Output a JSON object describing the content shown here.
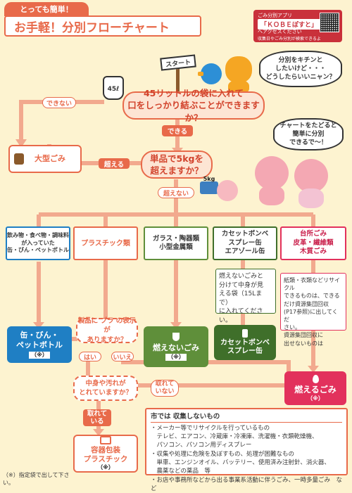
{
  "header": {
    "tag": "とっても簡単！",
    "title": "お手軽！分別フローチャート"
  },
  "app_box": {
    "line1": "ごみ分別アプリ",
    "name": "「ＫＯＢＥぽすと」",
    "line3": "へアクセスください",
    "line4": "収集日やごみ分別が検索できるよ"
  },
  "start_sign": "スタート",
  "bubbles": {
    "cat": "分別をキチンと\nしたいけど・・・\nどうしたらいいニャン？",
    "pig": "チャートをたどると\n簡単に分別\nできるで〜！"
  },
  "bag_label": "45ℓ",
  "weight_label": "5kg",
  "q1": "45リットルの袋に入れて\n口をしっかり結ぶことができますか？",
  "q2": "単品で5kgを\n超えますか？",
  "labels": {
    "cannot": "できない",
    "can": "できる",
    "exceeds": "超える",
    "not_exceed": "超えない",
    "yes": "はい",
    "no": "いいえ",
    "removable_no": "取れて\nいない",
    "removable_yes": "取れて\nいる"
  },
  "dest_large": "大型ごみ",
  "categories": [
    {
      "label": "飲み物・食べ物・調味料\nが入っていた\n缶・びん・ペットボトル"
    },
    {
      "label": "プラスチック類"
    },
    {
      "label": "ガラス・陶器類\n小型金属類"
    },
    {
      "label": "カセットボンベ\nスプレー缶\nエアゾール缶"
    },
    {
      "label": "台所ごみ\n皮革・繊維類\n木質ごみ"
    }
  ],
  "note_cassette": "燃えないごみと\n分けて中身が見\nえる袋（15Lまで）\nに入れてください。",
  "note_kitchen": "紙類・衣類などリサイクル\nできるものは、できる\nだけ資源集団回収\n(P17参照)に出してくだ\nさい。\n資源集団回収に\n出せないものは",
  "plastic_q1": "製品に プラ の表示が\nありますか？",
  "plastic_q2": "中身や汚れが\nとれていますか？",
  "destinations": {
    "cans": "缶・びん・\nペットボトル",
    "cans_mark": "（※）",
    "nonburn": "燃えないごみ",
    "nonburn_mark": "（※）",
    "cassette": "カセットボンベ\nスプレー缶",
    "burn": "燃えるごみ",
    "burn_mark": "（※）",
    "plastic": "容器包装\nプラスチック",
    "plastic_mark": "（※）"
  },
  "info": {
    "title": "市では 収集しないもの",
    "items": [
      "・メーカー等でリサイクルを行っているもの",
      "　テレビ、エアコン、冷蔵庫・冷凍庫、洗濯機・衣類乾燥機、",
      "　パソコン、パソコン用ディスプレー",
      "・収集や処理に危険を及ぼすもの、処理が困難なもの",
      "　単車、エンジンオイル、バッテリー、使用済み注射針、消火器、",
      "　農薬などの薬品　等",
      "・お店や事務所などから出る事業系活動に伴うごみ、一時多量ごみ　など"
    ]
  },
  "footnote": "（※）指定袋で出して下さい。",
  "colors": {
    "accent": "#e86a4a",
    "background": "#fdf3d0",
    "cans": "#1f7fc4",
    "nonburn": "#5f8f3a",
    "cassette": "#3f6f2a",
    "burn": "#e2315c",
    "plastic": "#e86a4a"
  }
}
